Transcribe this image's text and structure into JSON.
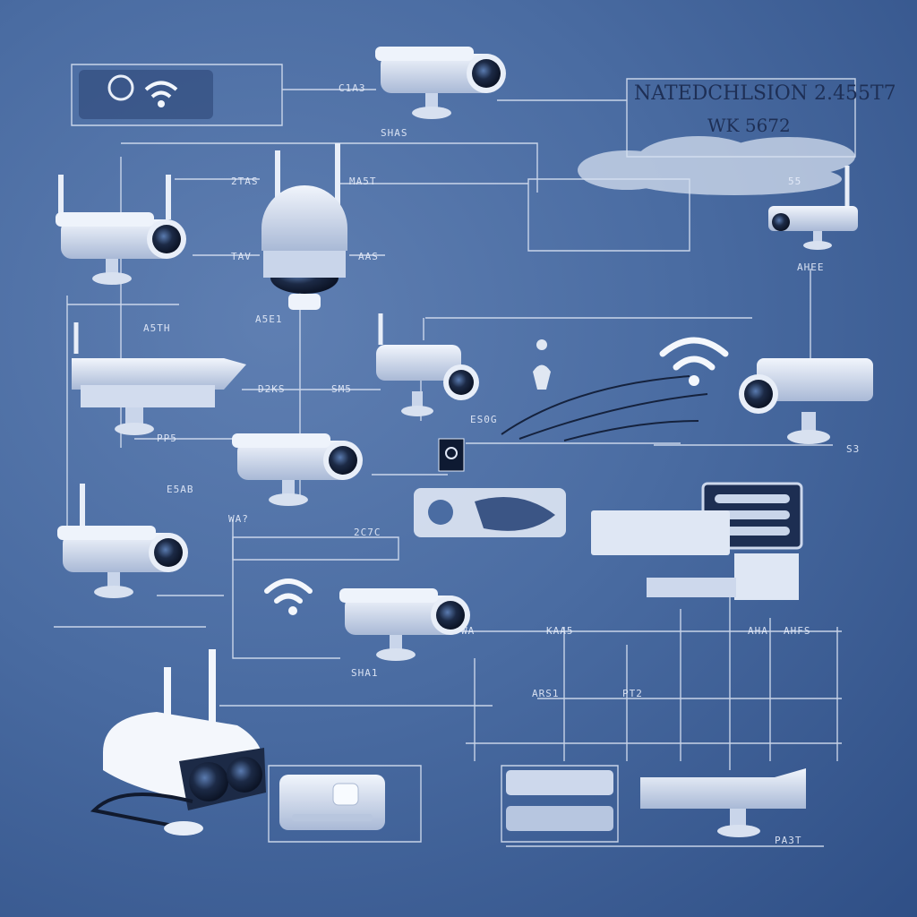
{
  "header_panel": {
    "title": "NATEDCHLSION 2.455T7",
    "subtitle": "WK 5672"
  },
  "labels": {
    "l1": "C1A3",
    "l2": "SHAS",
    "l3": "2TAS",
    "l4": "MA5T",
    "l5": "TAV",
    "l6": "AAS",
    "l7": "A5E1",
    "l8": "D2KS",
    "l9": "SM5",
    "l10": "PP5",
    "l11": "E5AB",
    "l12": "WA?",
    "l13": "2C7C",
    "l14": "A5TH",
    "l15": "ES0G",
    "l16": "55",
    "l17": "AHEE",
    "l18": "S3",
    "l19": "KAA5",
    "l20": "AHA",
    "l21": "AHFS",
    "l22": "WA",
    "l23": "SHA1",
    "l24": "ARS1",
    "l25": "PT2",
    "l26": "PA3T"
  },
  "colors": {
    "background": "#4a6ca2",
    "line": "#dfe7f6",
    "device": "#dde5f2",
    "lens": "#1c2a46",
    "text_dark": "#1e2f55"
  },
  "icons": [
    "wifi-icon",
    "security-camera-icon",
    "dome-camera-icon",
    "router-icon",
    "cloud-icon",
    "monitor-icon",
    "lock-icon"
  ]
}
